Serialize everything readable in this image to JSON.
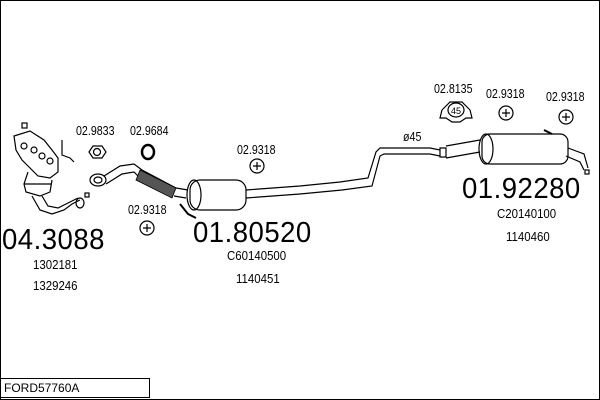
{
  "kit_code": "FORD57760A",
  "parts": [
    {
      "number": "04.3088",
      "refs": [
        "1302181",
        "1329246"
      ],
      "type": "catalytic-converter"
    },
    {
      "number": "01.80520",
      "refs": [
        "C60140500",
        "1140451"
      ],
      "type": "centre-silencer"
    },
    {
      "number": "01.92280",
      "refs": [
        "C20140100",
        "1140460"
      ],
      "type": "rear-silencer"
    }
  ],
  "accessories": [
    {
      "number": "02.9833",
      "type": "gasket"
    },
    {
      "number": "02.9684",
      "type": "ring-gasket"
    },
    {
      "number": "02.9318",
      "type": "rubber-mount"
    },
    {
      "number": "02.9318",
      "type": "rubber-mount"
    },
    {
      "number": "02.8135",
      "type": "clamp",
      "size_label": "45"
    },
    {
      "number": "02.9318",
      "type": "rubber-mount"
    },
    {
      "number": "02.9318",
      "type": "rubber-mount"
    }
  ],
  "pipe_diameter_label": "ø45"
}
